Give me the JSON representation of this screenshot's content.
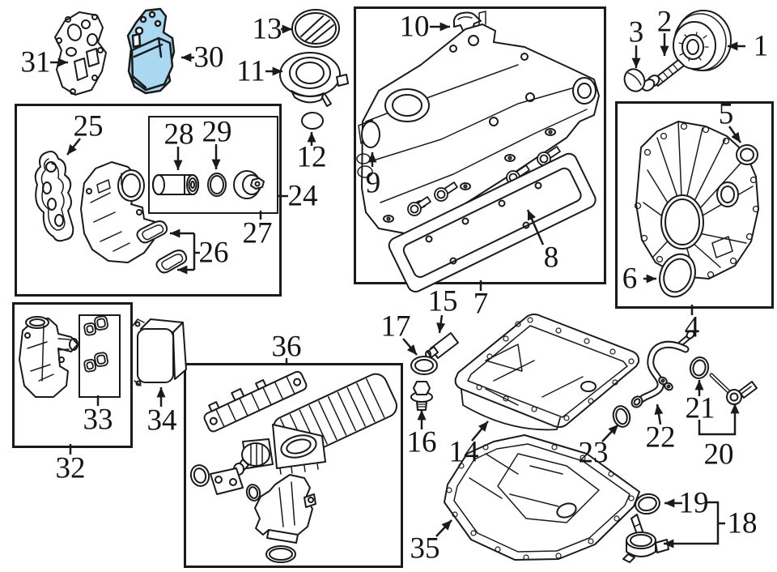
{
  "diagram": {
    "type": "exploded-parts-diagram",
    "colors": {
      "highlight": "#a9d8f0",
      "line": "#1a1a1a",
      "background": "#ffffff"
    },
    "labels": {
      "n1": "1",
      "n2": "2",
      "n3": "3",
      "n4": "4",
      "n5": "5",
      "n6": "6",
      "n7": "7",
      "n8": "8",
      "n9": "9",
      "n10": "10",
      "n11": "11",
      "n12": "12",
      "n13": "13",
      "n14": "14",
      "n15": "15",
      "n16": "16",
      "n17": "17",
      "n18": "18",
      "n19": "19",
      "n20": "20",
      "n21": "21",
      "n22": "22",
      "n23": "23",
      "n24": "24",
      "n25": "25",
      "n26": "26",
      "n27": "27",
      "n28": "28",
      "n29": "29",
      "n30": "30",
      "n31": "31",
      "n32": "32",
      "n33": "33",
      "n34": "34",
      "n35": "35",
      "n36": "36"
    }
  }
}
